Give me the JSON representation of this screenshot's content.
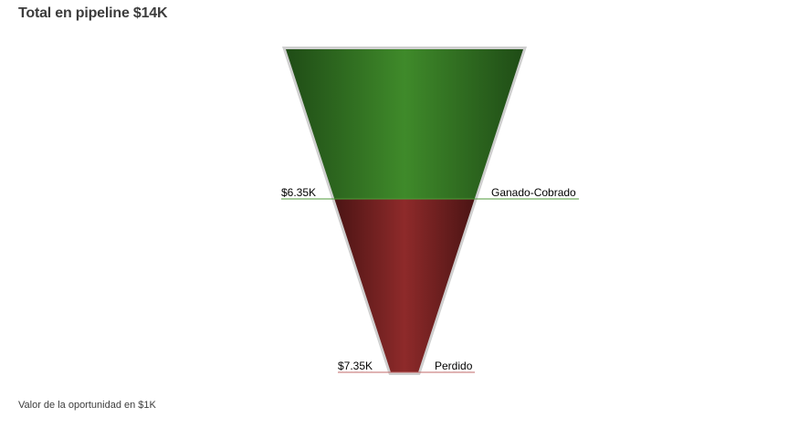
{
  "header": {
    "title": "Total en pipeline $14K"
  },
  "footer": {
    "note": "Valor de la oportunidad en $1K"
  },
  "chart_data": {
    "type": "funnel",
    "title": "Total en pipeline $14K",
    "stages": [
      {
        "name": "Ganado-Cobrado",
        "value": 6.35,
        "value_label": "$6.35K",
        "color": "#3f8a2a",
        "edge_color": "#1f4c16",
        "leader_color": "#4f9a3a"
      },
      {
        "name": "Perdido",
        "value": 7.35,
        "value_label": "$7.35K",
        "color": "#8e2a2a",
        "edge_color": "#4b1414",
        "leader_color": "#c06a6a"
      }
    ],
    "unit": "$1K"
  }
}
